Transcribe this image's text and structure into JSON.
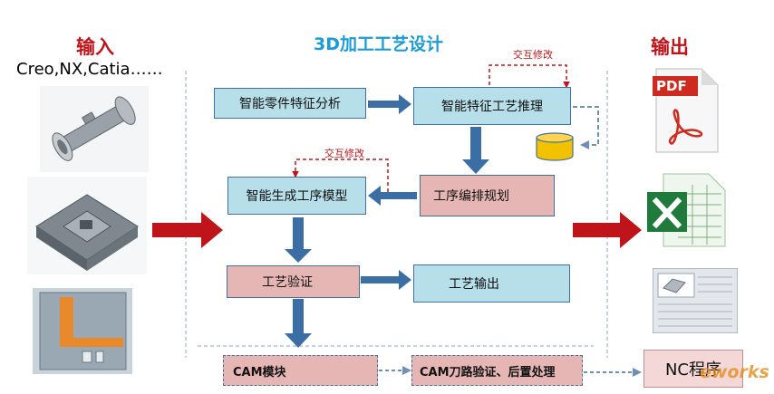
{
  "headers": {
    "input": "输入",
    "title": "3D加工工艺设计",
    "output": "输出"
  },
  "input_software": "Creo,NX,Catia……",
  "nodes": {
    "part_feature_analysis": "智能零件特征分析",
    "feature_process_reasoning": "智能特征工艺推理",
    "generate_process_model": "智能生成工序模型",
    "process_scheduling": "工序编排规划",
    "process_verification": "工艺验证",
    "process_output": "工艺输出",
    "cam_module": "CAM模块",
    "cam_toolpath": "CAM刀路验证、后置处理"
  },
  "interaction_labels": {
    "top": "交互修改",
    "left": "交互修改"
  },
  "output_items": {
    "pdf_label": "PDF",
    "nc_program": "NC程序"
  },
  "watermark": "eworks",
  "colors": {
    "header_red": "#c0141b",
    "title_blue": "#1c9bd6",
    "box_blue": "#b7dfea",
    "box_pink": "#e6b6b5",
    "arrow_blue": "#3a6ea5",
    "big_arrow_red": "#c0141b"
  }
}
